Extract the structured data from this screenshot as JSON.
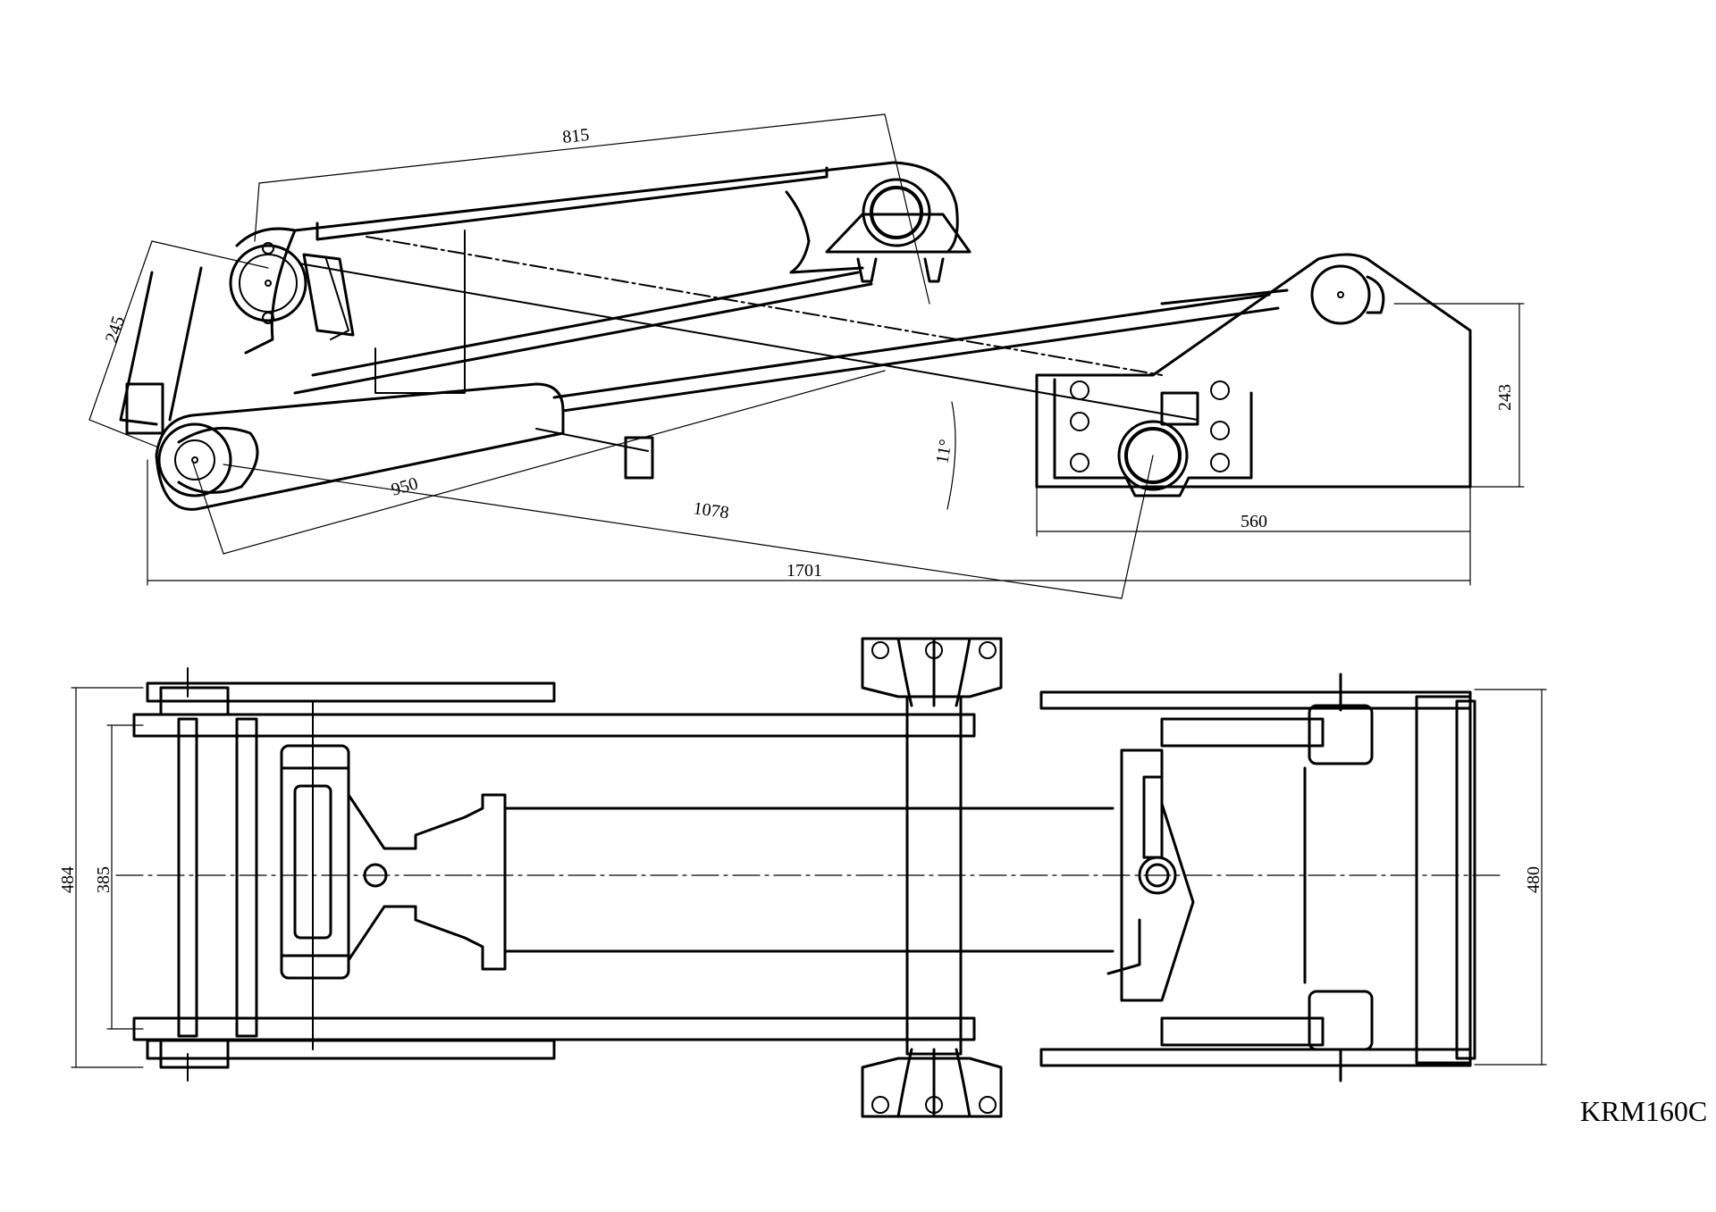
{
  "drawing": {
    "model": "KRM160C",
    "line_color": "#000000",
    "background": "#ffffff",
    "side_view": {
      "dimensions": {
        "d815": "815",
        "d245": "245",
        "d243": "243",
        "d11": "11°",
        "d950": "950",
        "d1078": "1078",
        "d560": "560",
        "d1701": "1701"
      }
    },
    "top_view": {
      "dimensions": {
        "d484": "484",
        "d385": "385",
        "d480": "480"
      }
    }
  }
}
